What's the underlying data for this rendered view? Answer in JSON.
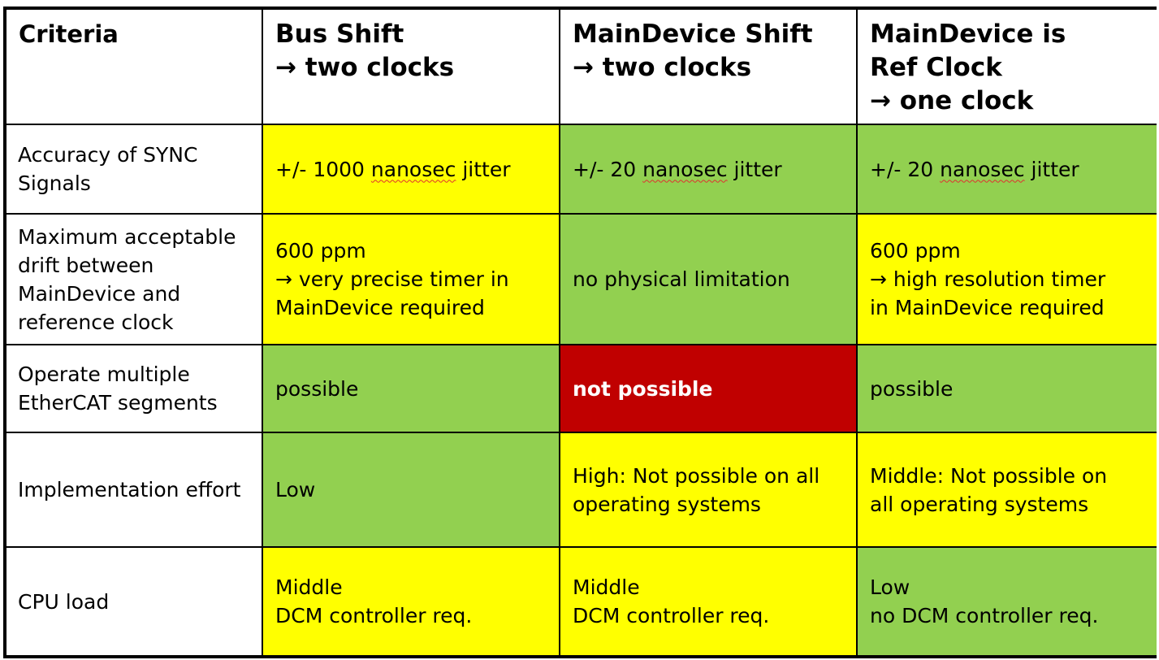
{
  "header": {
    "criteria": "Criteria",
    "col1": [
      "Bus Shift",
      "→ two clocks"
    ],
    "col2": [
      "MainDevice Shift",
      "→ two clocks"
    ],
    "col3": [
      "MainDevice is",
      "Ref Clock",
      "→ one clock"
    ]
  },
  "rows": [
    {
      "criteria": [
        "Accuracy of SYNC",
        "Signals"
      ],
      "c1": {
        "pre": "+/- 1000 ",
        "word": "nanosec",
        "post": " jitter",
        "color": "yellow"
      },
      "c2": {
        "pre": "+/- 20 ",
        "word": "nanosec",
        "post": " jitter",
        "color": "green"
      },
      "c3": {
        "pre": "+/- 20 ",
        "word": "nanosec",
        "post": " jitter",
        "color": "green"
      }
    },
    {
      "criteria": [
        "Maximum acceptable",
        "drift between",
        "MainDevice and",
        "reference clock"
      ],
      "c1": {
        "lines": [
          "600 ppm",
          "→ very precise timer in",
          "MainDevice required"
        ],
        "color": "yellow"
      },
      "c2": {
        "lines": [
          "no physical limitation"
        ],
        "color": "green"
      },
      "c3": {
        "lines": [
          "600 ppm",
          "→ high resolution timer",
          "in MainDevice required"
        ],
        "color": "yellow"
      }
    },
    {
      "criteria": [
        "Operate multiple",
        "EtherCAT segments"
      ],
      "c1": {
        "lines": [
          "possible"
        ],
        "color": "green"
      },
      "c2": {
        "lines": [
          "not possible"
        ],
        "color": "red"
      },
      "c3": {
        "lines": [
          "possible"
        ],
        "color": "green"
      }
    },
    {
      "criteria": [
        "Implementation effort"
      ],
      "c1": {
        "lines": [
          "Low"
        ],
        "color": "green"
      },
      "c2": {
        "lines": [
          "High: Not possible on all",
          "operating systems"
        ],
        "color": "yellow"
      },
      "c3": {
        "lines": [
          "Middle: Not possible on",
          "all operating systems"
        ],
        "color": "yellow"
      }
    },
    {
      "criteria": [
        "CPU load"
      ],
      "c1": {
        "lines": [
          "Middle",
          "DCM controller req."
        ],
        "color": "yellow"
      },
      "c2": {
        "lines": [
          "Middle",
          "DCM controller req."
        ],
        "color": "yellow"
      },
      "c3": {
        "lines": [
          "Low",
          "no DCM controller req."
        ],
        "color": "green"
      }
    }
  ],
  "colors": {
    "yellow": "#ffff00",
    "green": "#92d050",
    "red": "#c00000",
    "white": "#ffffff"
  }
}
